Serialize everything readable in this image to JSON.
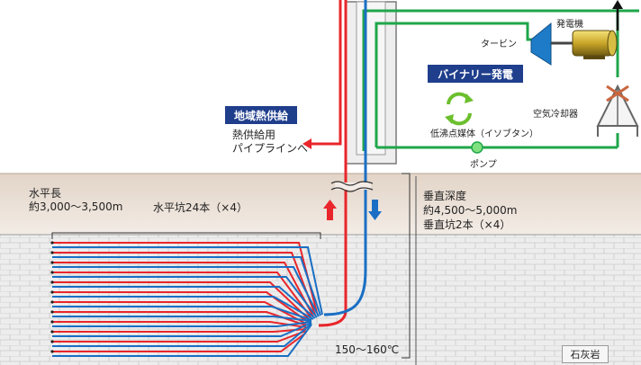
{
  "labels": {
    "district_heating_title": "地域熱供給",
    "heat_supply_line1": "熱供給用",
    "heat_supply_line2": "パイプラインへ",
    "binary_title": "バイナリー発電",
    "generator": "発電機",
    "turbine": "タービン",
    "air_cooler": "空気冷却器",
    "working_fluid": "低沸点媒体（イソブタン）",
    "pump": "ポンプ",
    "horizontal_length_line1": "水平長",
    "horizontal_length_line2": "約3,000～3,500m",
    "horizontal_wells": "水平坑24本（×4）",
    "vertical_depth_line1": "垂直深度",
    "vertical_depth_line2": "約4,500～5,000m",
    "vertical_wells": "垂直坑2本（×4）",
    "temperature": "150～160℃",
    "limestone": "石灰岩"
  },
  "colors": {
    "hot_pipe": "#e8262b",
    "cold_pipe": "#1a6fc4",
    "binary_loop": "#1fa64a",
    "title_box": "#1f3e8c",
    "ground": "#e8ddd4",
    "rock": "#ececec"
  },
  "icons": [
    "recycle-arrows-icon",
    "turbine-icon",
    "generator-icon",
    "air-cooler-icon",
    "pump-icon",
    "up-arrow-icon",
    "down-arrow-icon"
  ]
}
